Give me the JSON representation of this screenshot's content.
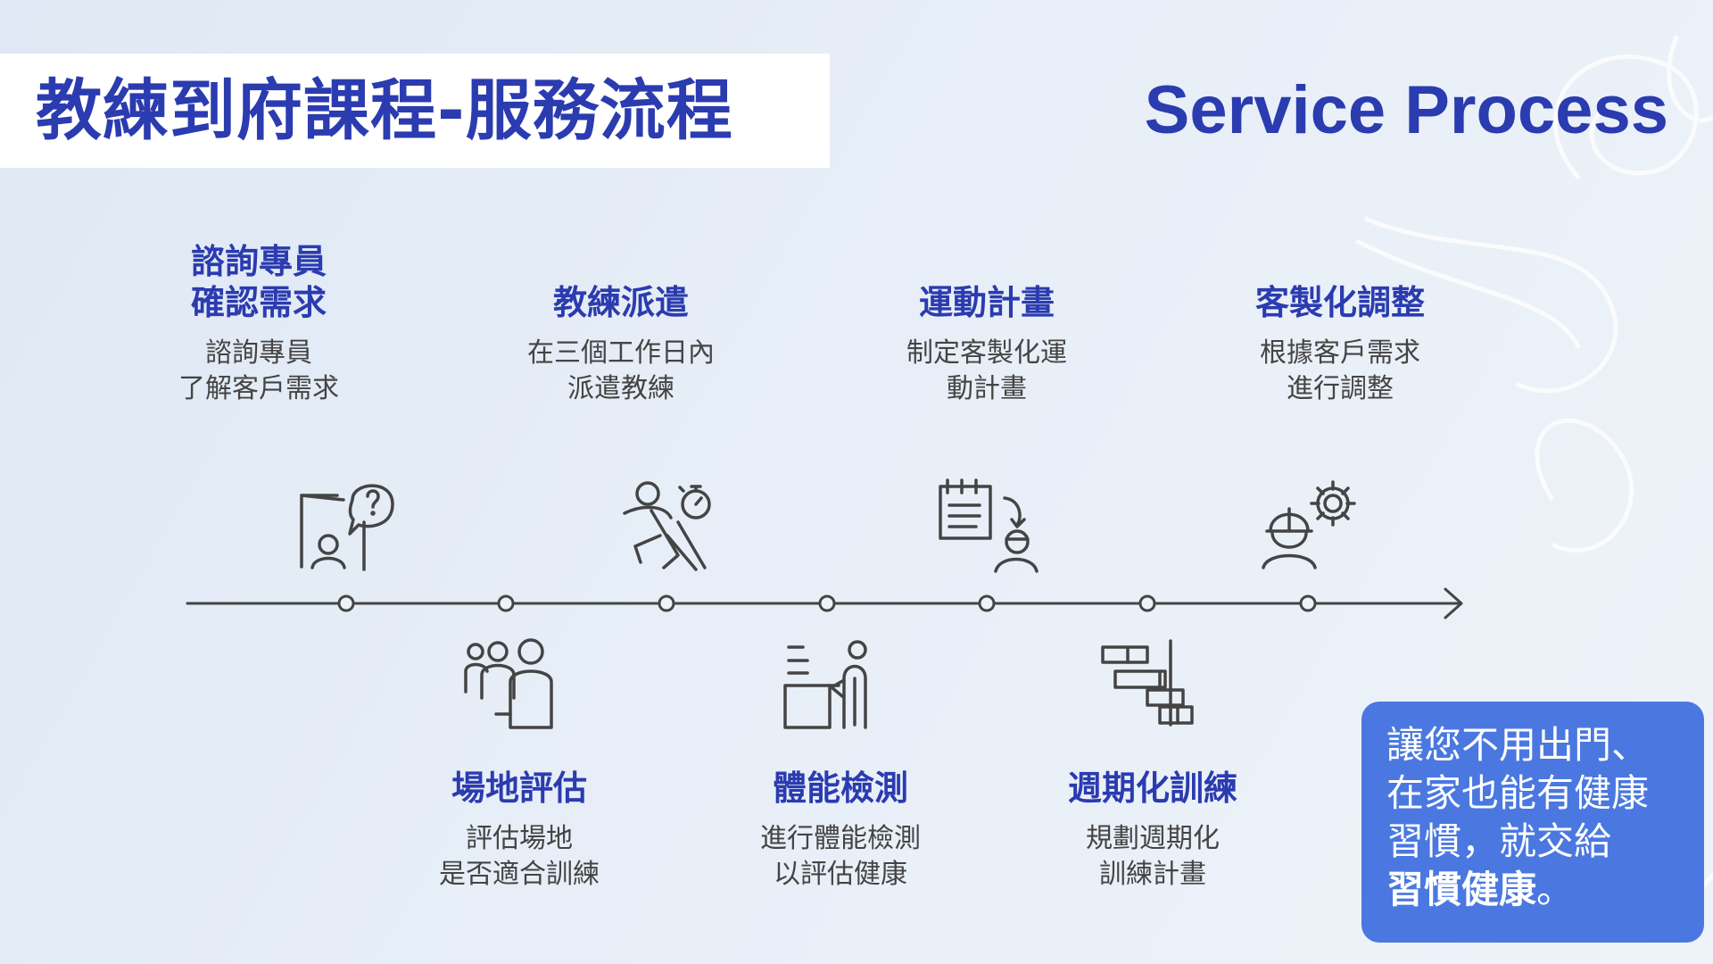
{
  "header": {
    "title": "教練到府課程-服務流程",
    "subtitle": "Service Process"
  },
  "steps": [
    {
      "title": "諮詢專員\n確認需求",
      "desc": "諮詢專員\n了解客戶需求",
      "icon": "consultant-chat-icon"
    },
    {
      "title": "場地評估",
      "desc": "評估場地\n是否適合訓練",
      "icon": "group-people-icon"
    },
    {
      "title": "教練派遣",
      "desc": "在三個工作日內\n派遣教練",
      "icon": "running-stopwatch-icon"
    },
    {
      "title": "體能檢測",
      "desc": "進行體能檢測\n以評估健康",
      "icon": "person-desk-icon"
    },
    {
      "title": "運動計畫",
      "desc": "制定客製化運\n動計畫",
      "icon": "clipboard-plan-icon"
    },
    {
      "title": "週期化訓練",
      "desc": "規劃週期化\n訓練計畫",
      "icon": "gantt-schedule-icon"
    },
    {
      "title": "客製化調整",
      "desc": "根據客戶需求\n進行調整",
      "icon": "worker-gear-icon"
    }
  ],
  "callout": {
    "line1": "讓您不用出門、",
    "line2": "在家也能有健康",
    "line3": "習慣，就交給",
    "strong": "習慣健康",
    "end": "。"
  },
  "colors": {
    "accent": "#2b3bb0",
    "callout_bg": "#4a78e0",
    "line": "#444444"
  }
}
